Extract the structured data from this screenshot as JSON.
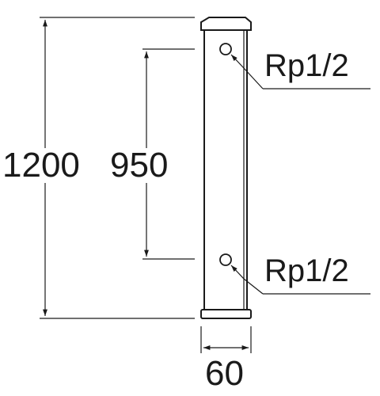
{
  "dimensions": {
    "total_height": "1200",
    "pitch": "950",
    "width": "60"
  },
  "callouts": {
    "top_port": "Rp1/2",
    "bottom_port": "Rp1/2"
  }
}
